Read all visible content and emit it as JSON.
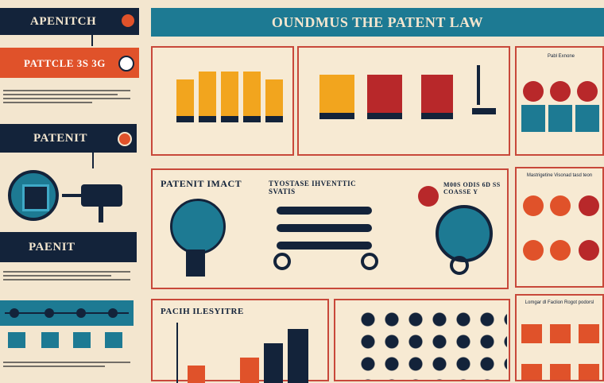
{
  "header": {
    "title": "OUNDMUS THE PATENT LAW"
  },
  "left": {
    "box1": "APENITCH",
    "box2": "PATTCLE 3S 3G",
    "box3": "PATENIT",
    "box4": "PAENIT"
  },
  "mid": {
    "panel_title": "PATENIT IMACT",
    "panel_sub": "TYOSTASE IHVENTTIC SVATIS",
    "right_note": "M00S ODIS 6D SS COASSE Y"
  },
  "bottom": {
    "chart_title": "PACIH   ILESYITRE",
    "right_title": "Lomgar dl Faclion Rogot podorsl"
  },
  "right": {
    "top_title": "Pabl Exnone",
    "mid_title": "Mastrigetine Visonad tasd teon"
  },
  "colors": {
    "navy": "#13233a",
    "orange": "#e0522a",
    "teal": "#1d7a93",
    "gold": "#f2a51e",
    "red": "#b8282a",
    "cream": "#f3e6cf"
  }
}
